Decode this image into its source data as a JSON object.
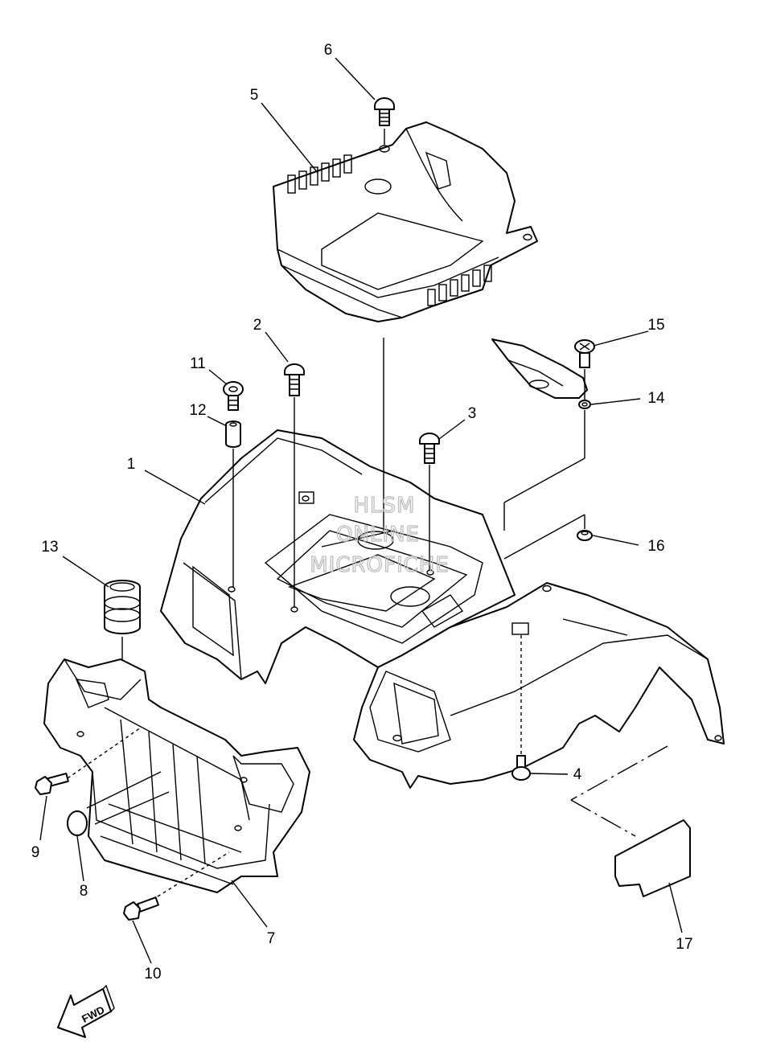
{
  "diagram": {
    "callouts": [
      {
        "id": "c1",
        "label": "1"
      },
      {
        "id": "c2",
        "label": "2"
      },
      {
        "id": "c3",
        "label": "3"
      },
      {
        "id": "c4",
        "label": "4"
      },
      {
        "id": "c5",
        "label": "5"
      },
      {
        "id": "c6",
        "label": "6"
      },
      {
        "id": "c7",
        "label": "7"
      },
      {
        "id": "c8",
        "label": "8"
      },
      {
        "id": "c9",
        "label": "9"
      },
      {
        "id": "c10",
        "label": "10"
      },
      {
        "id": "c11",
        "label": "11"
      },
      {
        "id": "c12",
        "label": "12"
      },
      {
        "id": "c13",
        "label": "13"
      },
      {
        "id": "c14",
        "label": "14"
      },
      {
        "id": "c15",
        "label": "15"
      },
      {
        "id": "c16",
        "label": "16"
      },
      {
        "id": "c17",
        "label": "17"
      }
    ],
    "watermark": [
      "HLSM",
      "ONLINE",
      "MICROFICHE"
    ],
    "direction_badge": "FWD"
  }
}
